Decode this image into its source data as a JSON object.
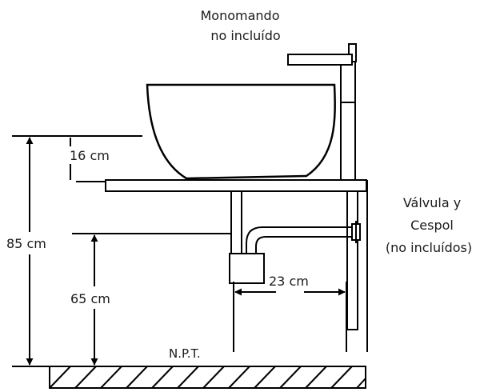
{
  "labels": {
    "mixer_line1": "Monomando",
    "mixer_line2": "no incluído",
    "valve_line1": "Válvula y",
    "valve_line2": "Cespol",
    "valve_line3": "(no incluídos)",
    "dim_basin": "16 cm",
    "dim_total": "85 cm",
    "dim_counter": "65 cm",
    "dim_depth": "23 cm",
    "floor": "N.P.T."
  },
  "colors": {
    "line": "#000000",
    "text": "#1a1a1a",
    "background": "#ffffff"
  }
}
